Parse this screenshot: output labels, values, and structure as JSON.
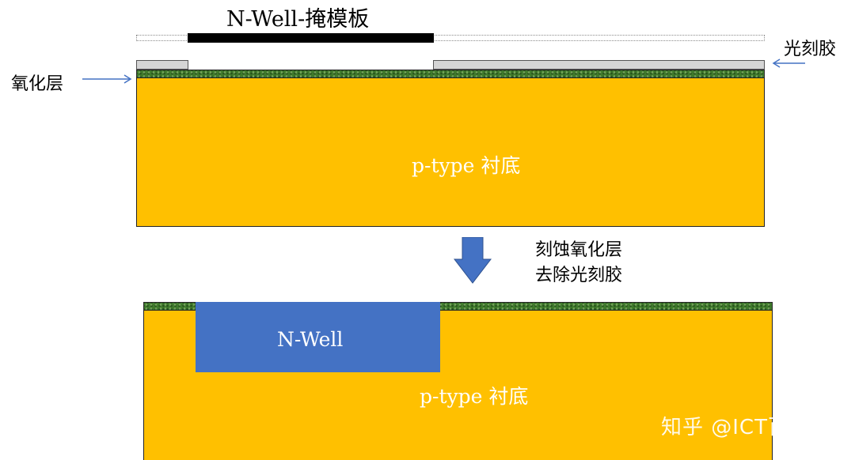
{
  "top_panel": {
    "mask_label": "N-Well-掩模板",
    "photoresist_label": "光刻胶",
    "oxide_label": "氧化层",
    "substrate_label": "p-type 衬底"
  },
  "process_step": {
    "line1": "刻蚀氧化层",
    "line2": "去除光刻胶"
  },
  "bottom_panel": {
    "nwell_label": "N-Well",
    "substrate_label": "p-type 衬底"
  },
  "watermark": "知乎 @ICT百科",
  "colors": {
    "substrate": "#ffc000",
    "nwell": "#4472c4",
    "oxide": "#3f7a2c",
    "photoresist": "#d5d5d5",
    "mask": "#000000",
    "arrow": "#4472c4",
    "pointer_arrow": "#4472c4"
  }
}
